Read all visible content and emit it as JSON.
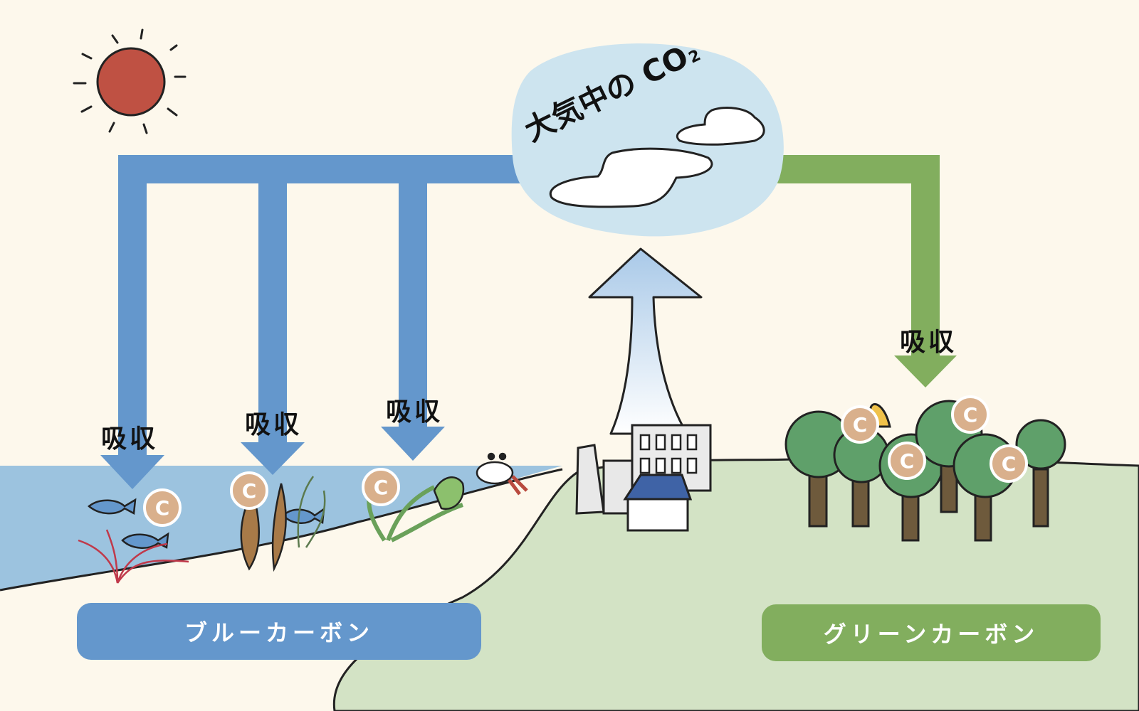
{
  "colors": {
    "background": "#fdf8ec",
    "blue_carbon": "#6497cc",
    "green_carbon": "#82ae5e",
    "sea": "#9cc3df",
    "land": "#d3e3c5",
    "sun": "#bf5143",
    "carbon_badge": "#d9b08c",
    "tree": "#5fa06a",
    "trunk": "#6e5a3c"
  },
  "atmosphere": {
    "title": "大気中の CO",
    "subscript": "2"
  },
  "arrows": {
    "absorb_label": "吸収"
  },
  "carbon_badge": {
    "letter": "C"
  },
  "categories": {
    "blue": "ブルーカーボン",
    "green": "グリーンカーボン"
  },
  "icons": [
    "sun-icon",
    "cloud-icon",
    "fish-icon",
    "seaweed-icon",
    "crab-icon",
    "factory-icon",
    "building-icon",
    "house-icon",
    "tree-icon",
    "carbon-badge-icon"
  ]
}
